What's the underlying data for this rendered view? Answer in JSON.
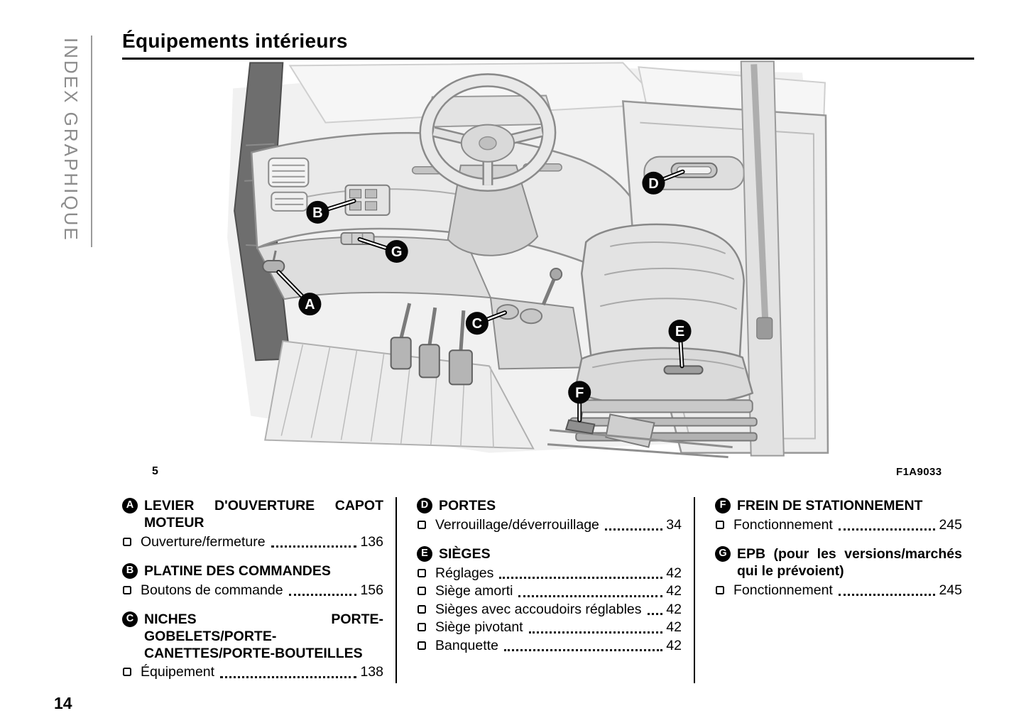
{
  "sidebar": {
    "label": "INDEX GRAPHIQUE"
  },
  "header": {
    "title": "Équipements intérieurs"
  },
  "figure": {
    "number": "5",
    "code": "F1A9033",
    "callouts": [
      {
        "letter": "A"
      },
      {
        "letter": "B"
      },
      {
        "letter": "C"
      },
      {
        "letter": "D"
      },
      {
        "letter": "E"
      },
      {
        "letter": "F"
      },
      {
        "letter": "G"
      }
    ]
  },
  "index": {
    "columns": [
      {
        "entries": [
          {
            "letter": "A",
            "heading": "LEVIER D'OUVERTURE CAPOT MOTEUR",
            "items": [
              {
                "label": "Ouverture/fermeture",
                "page": "136"
              }
            ]
          },
          {
            "letter": "B",
            "heading": "PLATINE DES COMMANDES",
            "items": [
              {
                "label": "Boutons de commande",
                "page": "156"
              }
            ]
          },
          {
            "letter": "C",
            "heading": "NICHES PORTE-GOBELETS/PORTE-CANETTES/PORTE-BOUTEILLES",
            "items": [
              {
                "label": "Équipement",
                "page": "138"
              }
            ]
          }
        ]
      },
      {
        "entries": [
          {
            "letter": "D",
            "heading": "PORTES",
            "items": [
              {
                "label": "Verrouillage/déverrouillage",
                "page": "34"
              }
            ]
          },
          {
            "letter": "E",
            "heading": "SIÈGES",
            "items": [
              {
                "label": "Réglages",
                "page": "42"
              },
              {
                "label": "Siège amorti",
                "page": "42"
              },
              {
                "label": "Sièges avec accoudoirs réglables",
                "page": "42"
              },
              {
                "label": "Siège pivotant",
                "page": "42"
              },
              {
                "label": "Banquette",
                "page": "42"
              }
            ]
          }
        ]
      },
      {
        "entries": [
          {
            "letter": "F",
            "heading": "FREIN DE STATIONNEMENT",
            "items": [
              {
                "label": "Fonctionnement",
                "page": "245"
              }
            ]
          },
          {
            "letter": "G",
            "heading": "EPB (pour les versions/marchés qui le prévoient)",
            "items": [
              {
                "label": "Fonctionnement",
                "page": "245"
              }
            ]
          }
        ]
      }
    ]
  },
  "footer": {
    "page_number": "14"
  }
}
